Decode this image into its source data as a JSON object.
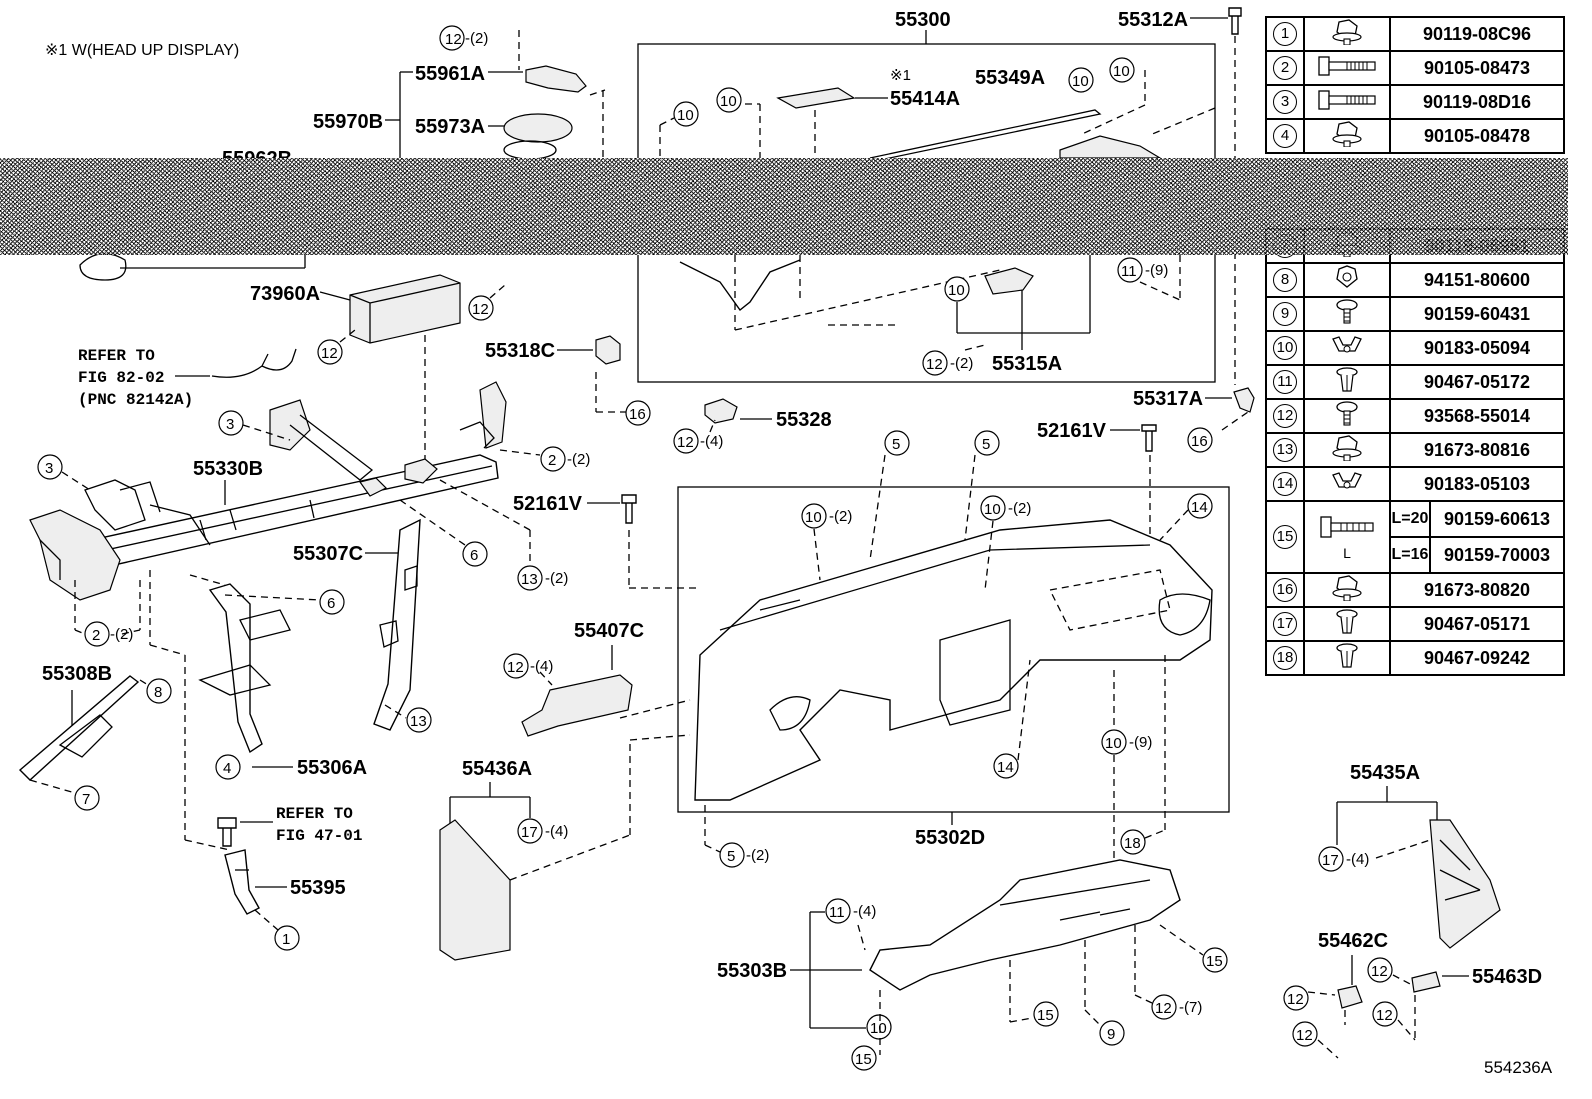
{
  "note": "※1  W(HEAD UP DISPLAY)",
  "diagram_code": "554236A",
  "parts": {
    "p55300": "55300",
    "p55312A": "55312A",
    "p55961A": "55961A",
    "p55970B": "55970B",
    "p55973A": "55973A",
    "p55962B": "55962B",
    "p55414A": "55414A",
    "p55349A": "55349A",
    "p73960A": "73960A",
    "p55318C": "55318C",
    "p55328": "55328",
    "p55315A": "55315A",
    "p55317A": "55317A",
    "p52161V_a": "52161V",
    "p52161V_b": "52161V",
    "p55330B": "55330B",
    "p55307C": "55307C",
    "p55407C": "55407C",
    "p55308B": "55308B",
    "p55306A": "55306A",
    "p55436A": "55436A",
    "p55302D": "55302D",
    "p55395": "55395",
    "p55303B": "55303B",
    "p55435A": "55435A",
    "p55462C": "55462C",
    "p55463D": "55463D"
  },
  "refs": {
    "fig82": [
      "REFER TO",
      "FIG 82-02",
      "(PNC 82142A)"
    ],
    "fig47": [
      "REFER TO",
      "FIG 47-01"
    ]
  },
  "mark": "※1",
  "qty": {
    "q2": "-(2)",
    "q4": "-(4)",
    "q7": "-(7)",
    "q9": "-(9)"
  },
  "fasteners": [
    {
      "n": "1",
      "code": "90119-08C96",
      "icon": "flange-bolt-icon"
    },
    {
      "n": "2",
      "code": "90105-08473",
      "icon": "long-bolt-icon"
    },
    {
      "n": "3",
      "code": "90119-08D16",
      "icon": "long-bolt-icon"
    },
    {
      "n": "4",
      "code": "90105-08478",
      "icon": "flange-bolt-icon"
    },
    {
      "n": "7",
      "code": "90119-06951",
      "icon": "flange-bolt-icon"
    },
    {
      "n": "8",
      "code": "94151-80600",
      "icon": "nut-icon"
    },
    {
      "n": "9",
      "code": "90159-60431",
      "icon": "screw-icon"
    },
    {
      "n": "10",
      "code": "90183-05094",
      "icon": "clip-nut-icon"
    },
    {
      "n": "11",
      "code": "90467-05172",
      "icon": "push-clip-icon"
    },
    {
      "n": "12",
      "code": "93568-55014",
      "icon": "screw-icon"
    },
    {
      "n": "13",
      "code": "91673-80816",
      "icon": "flange-bolt-icon"
    },
    {
      "n": "14",
      "code": "90183-05103",
      "icon": "clip-nut-icon"
    },
    {
      "n": "15",
      "code_a": "90159-60613",
      "len_a": "L=20",
      "code_b": "90159-70003",
      "len_b": "L=16",
      "len_label": "L",
      "icon": "tapping-screw-icon"
    },
    {
      "n": "16",
      "code": "91673-80820",
      "icon": "flange-bolt-icon"
    },
    {
      "n": "17",
      "code": "90467-05171",
      "icon": "push-clip-icon"
    },
    {
      "n": "18",
      "code": "90467-09242",
      "icon": "push-clip-icon"
    }
  ]
}
